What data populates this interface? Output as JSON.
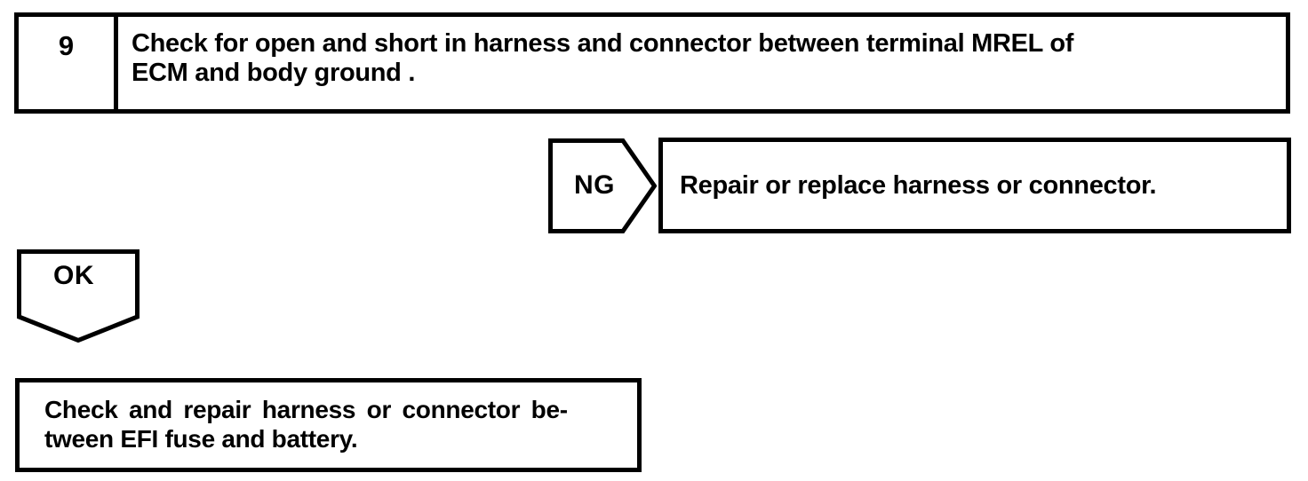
{
  "colors": {
    "ink": "#000000",
    "paper": "#ffffff"
  },
  "flowchart": {
    "step_box": {
      "number": "9",
      "instruction_lines": [
        "Check for open and short in harness and connector between terminal MREL of",
        "ECM and body ground ."
      ]
    },
    "ng_branch": {
      "connector_label": "NG",
      "result_text": "Repair or replace harness or connector."
    },
    "ok_branch": {
      "connector_label": "OK",
      "result_lines": [
        "Check and repair harness or connector be-",
        "tween EFI fuse and battery."
      ]
    }
  }
}
